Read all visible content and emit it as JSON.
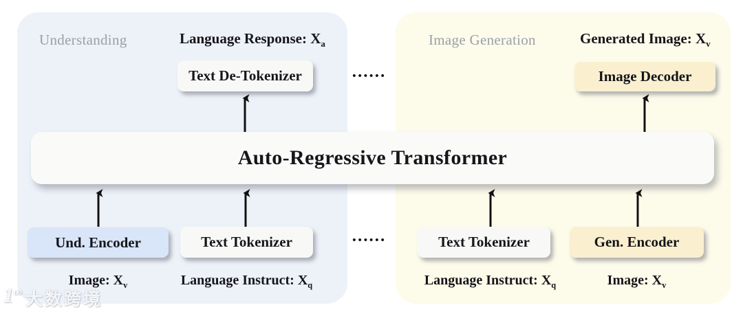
{
  "colors": {
    "panel_left_bg": "#edf1f8",
    "panel_right_bg": "#fdfbea",
    "box_white_bg": "#f8f9f7",
    "box_blue_bg": "#d9e5f8",
    "box_yellow_bg": "#faf0d0",
    "bar_bg": "#fafaf9",
    "title_gray": "#9aa0a8",
    "arrow_black": "#111111"
  },
  "transformer": {
    "label": "Auto-Regressive Transformer"
  },
  "dots": {
    "top": "••••••",
    "bottom": "••••••"
  },
  "left_panel": {
    "title": "Understanding",
    "output_label": {
      "text": "Language Response: X",
      "sub": "a"
    },
    "top_box": {
      "label": "Text De-Tokenizer"
    },
    "bottom_boxes": [
      {
        "label": "Und. Encoder"
      },
      {
        "label": "Text Tokenizer"
      }
    ],
    "input_labels": [
      {
        "text": "Image: X",
        "sub": "v"
      },
      {
        "text": "Language Instruct: X",
        "sub": "q"
      }
    ]
  },
  "right_panel": {
    "title": "Image Generation",
    "output_label": {
      "text": "Generated Image: X",
      "sub": "v"
    },
    "top_box": {
      "label": "Image Decoder"
    },
    "bottom_boxes": [
      {
        "label": "Text Tokenizer"
      },
      {
        "label": "Gen. Encoder"
      }
    ],
    "input_labels": [
      {
        "text": "Language Instruct: X",
        "sub": "q"
      },
      {
        "text": "Image: X",
        "sub": "v"
      }
    ]
  },
  "watermark": {
    "logo": "1",
    "logo_sup": "oo",
    "text": "大数跨境"
  }
}
